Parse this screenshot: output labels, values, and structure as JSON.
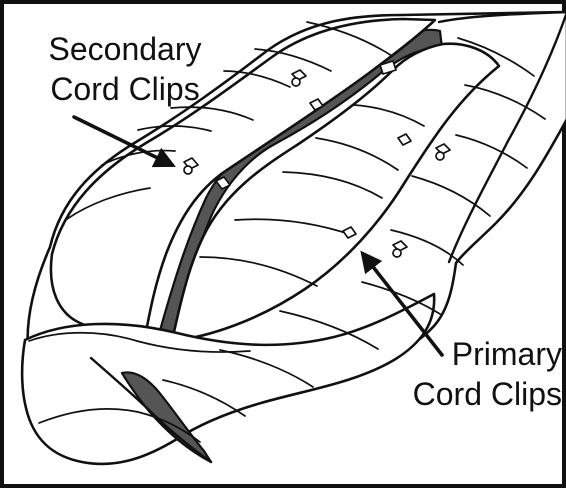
{
  "labels": {
    "secondary": {
      "line1": "Secondary",
      "line2": "Cord Clips"
    },
    "primary": {
      "line1": "Primary",
      "line2": "Cord Clips"
    }
  },
  "colors": {
    "line": "#111111",
    "channel": "#555555",
    "background": "#ffffff"
  }
}
